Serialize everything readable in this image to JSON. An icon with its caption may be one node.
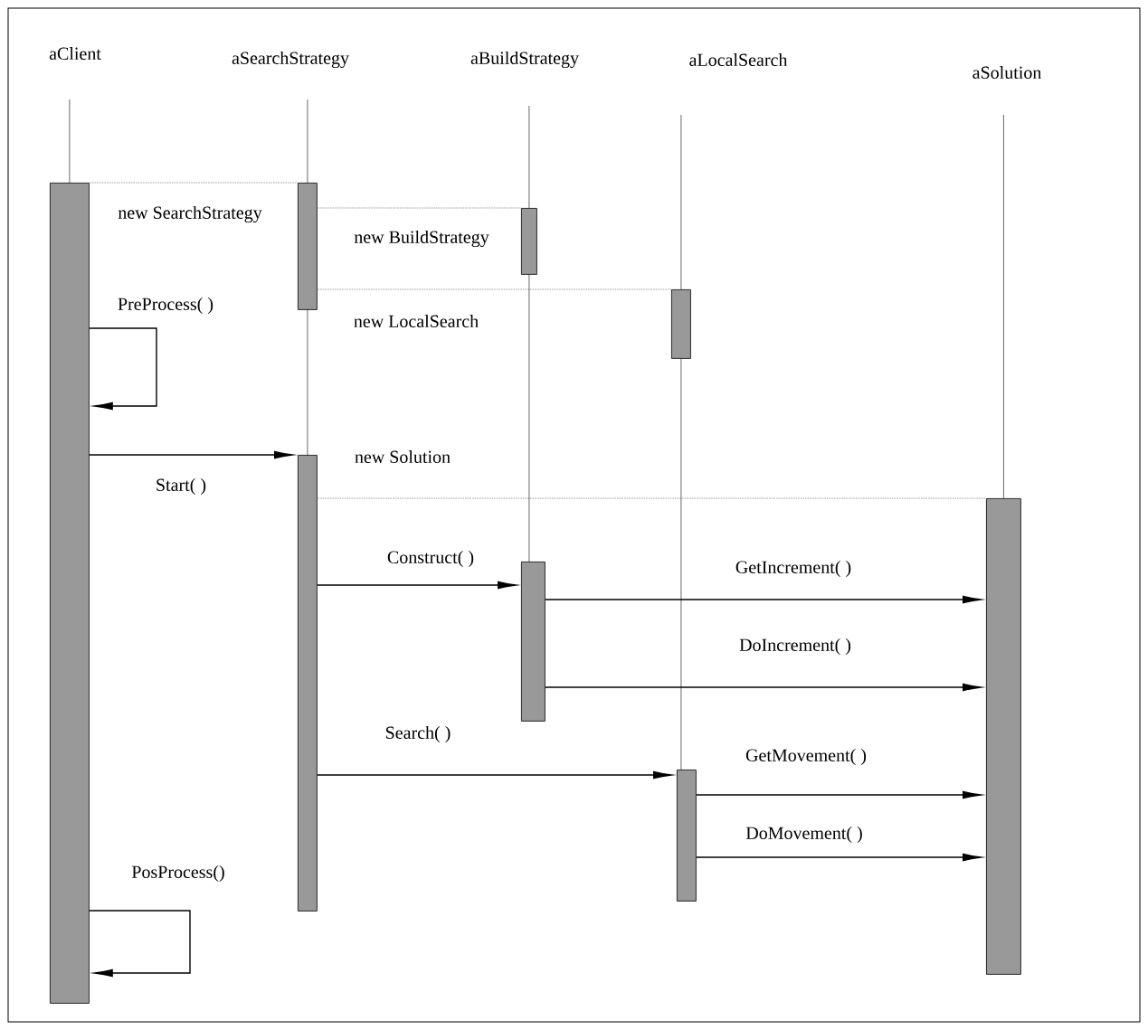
{
  "diagram": {
    "nodes": [
      {
        "text": [
          "aClient"
        ]
      },
      {
        "text": [
          "aSearchStrategy"
        ]
      },
      {
        "text": [
          "aBuildStrategy"
        ]
      },
      {
        "text": [
          "aLocalSearch"
        ]
      },
      {
        "text": [
          "aSolution"
        ]
      },
      {
        "text": [],
        "shape": "bar"
      },
      {
        "text": [],
        "shape": "bar"
      },
      {
        "text": [],
        "shape": "bar"
      },
      {
        "text": [],
        "shape": "bar"
      },
      {
        "text": [],
        "shape": "bar"
      },
      {
        "text": [],
        "shape": "bar"
      },
      {
        "text": [],
        "shape": "bar"
      },
      {
        "text": [],
        "shape": "bar"
      }
    ],
    "edges": [
      {
        "from": 0,
        "to": 5,
        "arrow": "none"
      },
      {
        "from": 1,
        "to": 6,
        "arrow": "none"
      },
      {
        "from": 6,
        "to": 9,
        "arrow": "none"
      },
      {
        "from": 2,
        "to": 7,
        "arrow": "none"
      },
      {
        "from": 7,
        "to": 11,
        "arrow": "none"
      },
      {
        "from": 3,
        "to": 8,
        "arrow": "none"
      },
      {
        "from": 8,
        "to": 12,
        "arrow": "none"
      },
      {
        "from": 4,
        "to": 10,
        "arrow": "none"
      },
      {
        "from": 5,
        "to": 6,
        "arrow": "none",
        "style": "dashed",
        "label": "new SearchStrategy"
      },
      {
        "from": 6,
        "to": 7,
        "arrow": "none",
        "style": "dashed",
        "label": "new BuildStrategy"
      },
      {
        "from": 6,
        "to": 8,
        "arrow": "none",
        "style": "dashed",
        "label": "new LocalSearch"
      },
      {
        "from": 5,
        "to": 5,
        "arrow": "to",
        "label": "PreProcess( )"
      },
      {
        "from": 5,
        "to": 9,
        "arrow": "to",
        "label": "Start( )"
      },
      {
        "from": 9,
        "to": 10,
        "arrow": "none",
        "style": "dashed",
        "label": "new Solution"
      },
      {
        "from": 9,
        "to": 11,
        "arrow": "to",
        "label": "Construct( )"
      },
      {
        "from": 11,
        "to": 10,
        "arrow": "to",
        "label": "GetIncrement( )"
      },
      {
        "from": 11,
        "to": 10,
        "arrow": "to",
        "label": "DoIncrement( )"
      },
      {
        "from": 9,
        "to": 12,
        "arrow": "to",
        "label": "Search( )"
      },
      {
        "from": 12,
        "to": 10,
        "arrow": "to",
        "label": "GetMovement( )"
      },
      {
        "from": 12,
        "to": 10,
        "arrow": "to",
        "label": "DoMovement( )"
      },
      {
        "from": 5,
        "to": 5,
        "arrow": "to",
        "label": "PosProcess()"
      }
    ]
  }
}
